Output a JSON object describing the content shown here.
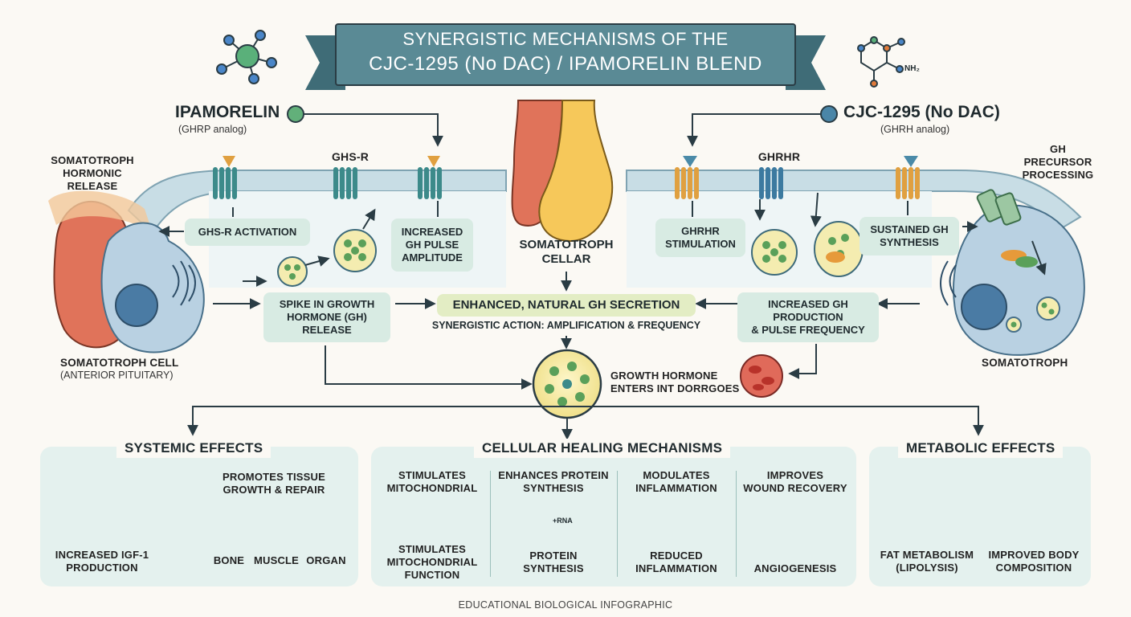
{
  "title": {
    "line1": "SYNERGISTIC MECHANISMS OF THE",
    "line2": "CJC-1295 (No DAC) / IPAMORELIN BLEND"
  },
  "left": {
    "drug_name": "IPAMORELIN",
    "drug_sub": "(GHRP analog)",
    "receptor": "GHS-R",
    "hormonic_release": "SOMATOTROPH\nHORMONIC\nRELEASE",
    "activation": "GHS-R ACTIVATION",
    "pulse_amplitude": "INCREASED\nGH PULSE\nAMPLITUDE",
    "spike": "SPIKE IN GROWTH\nHORMONE (GH)\nRELEASE",
    "cell_name": "SOMATOTROPH CELL",
    "cell_sub": "(ANTERIOR PITUITARY)"
  },
  "right": {
    "drug_name": "CJC-1295 (No DAC)",
    "drug_sub": "(GHRH analog)",
    "receptor": "GHRHR",
    "precursor": "GH\nPRECURSOR\nPROCESSING",
    "stimulation": "GHRHR\nSTIMULATION",
    "synthesis": "SUSTAINED GH\nSYNTHESIS",
    "production": "INCREASED GH\nPRODUCTION\n& PULSE FREQUENCY",
    "cell_name": "SOMATOTROPH"
  },
  "center": {
    "cellar": "SOMATOTROPH\nCELLAR",
    "enhanced": "ENHANCED, NATURAL GH SECRETION",
    "synergy": "SYNERGISTIC ACTION: AMPLIFICATION & FREQUENCY",
    "enters": "GROWTH HORMONE\nENTERS INT DORRGOES"
  },
  "systemic": {
    "title": "SYSTEMIC EFFECTS",
    "promotes": "PROMOTES TISSUE\nGROWTH & REPAIR",
    "igf": "INCREASED IGF-1\nPRODUCTION",
    "bone": "BONE",
    "muscle": "MUSCLE",
    "organ": "ORGAN"
  },
  "cellular": {
    "title": "CELLULAR HEALING MECHANISMS",
    "col1_top": "STIMULATES\nMITOCHONDRIAL",
    "col1_bottom": "STIMULATES\nMITOCHONDRIAL\nFUNCTION",
    "col2_top": "ENHANCES PROTEIN\nSYNTHESIS",
    "col2_rna": "+RNA",
    "col2_bottom": "PROTEIN\nSYNTHESIS",
    "col3_top": "MODULATES\nINFLAMMATION",
    "col3_bottom": "REDUCED\nINFLAMMATION",
    "col4_top": "IMPROVES\nWOUND RECOVERY",
    "col4_bottom": "ANGIOGENESIS"
  },
  "metabolic": {
    "title": "METABOLIC EFFECTS",
    "fat": "FAT METABOLISM\n(LIPOLYSIS)",
    "body": "IMPROVED BODY\nCOMPOSITION"
  },
  "molecule_label": "NH₂",
  "footer": "EDUCATIONAL BIOLOGICAL INFOGRAPHIC",
  "colors": {
    "banner": "#5a8a95",
    "banner_dark": "#3f6c77",
    "box": "#d8ebe3",
    "panel": "#e4f1ee",
    "membrane": "#c8dde5",
    "receptor_teal": "#3c8a8a",
    "receptor_orange": "#e0a040",
    "arrow": "#2a3c44"
  }
}
